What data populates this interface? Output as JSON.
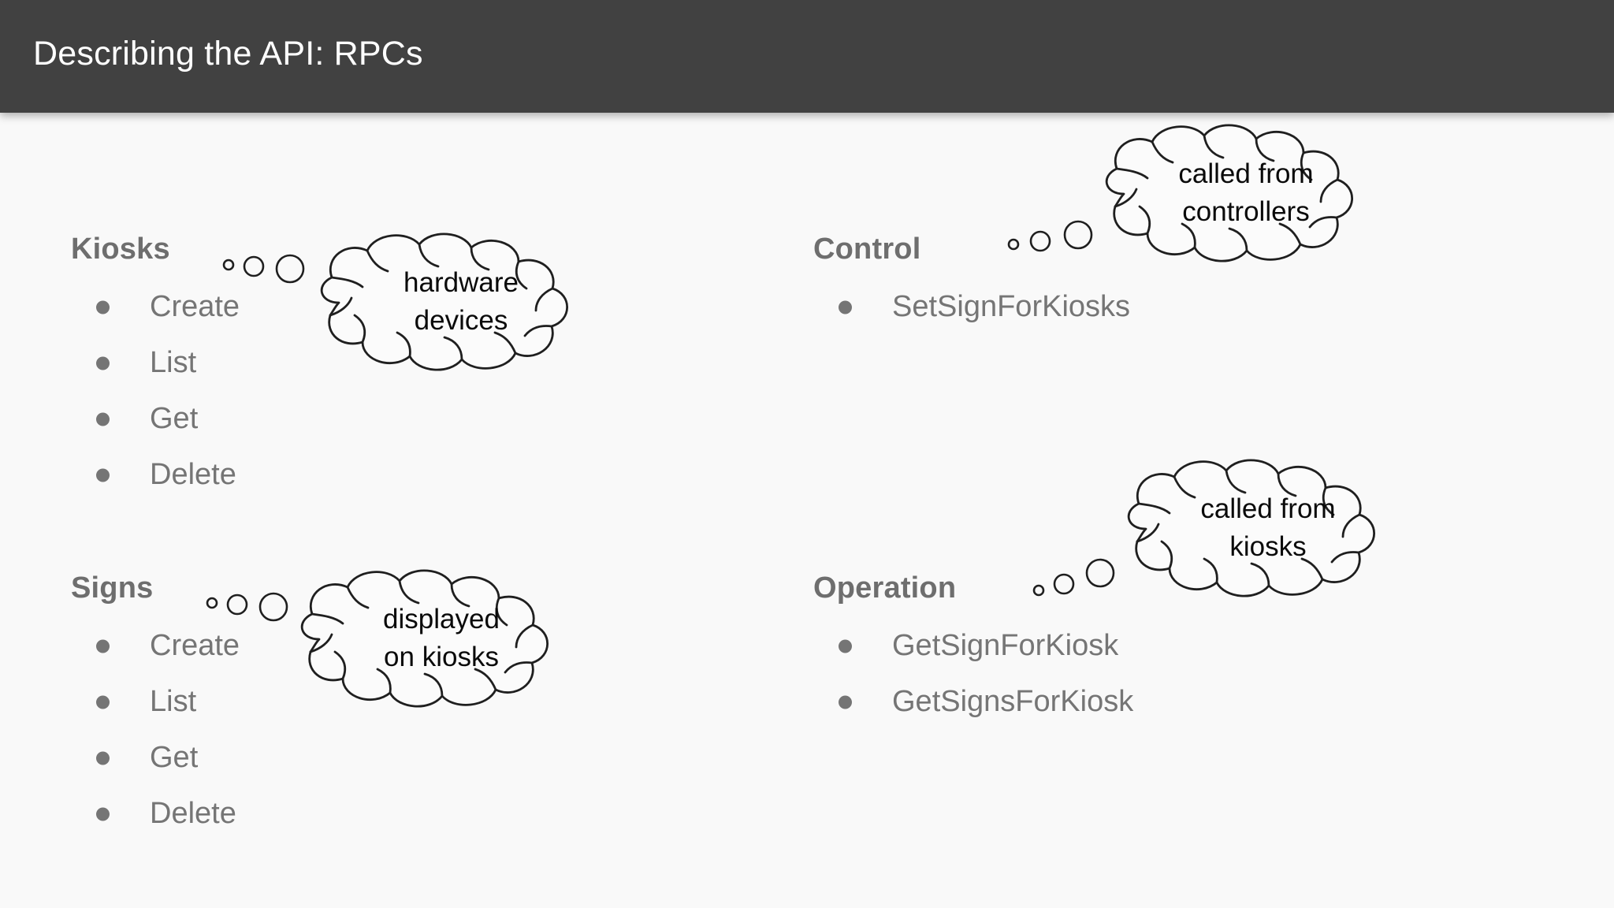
{
  "header": {
    "title": "Describing the API: RPCs",
    "bar_color": "#414141",
    "title_color": "#ffffff"
  },
  "theme": {
    "background": "#f9f9f9",
    "heading_color": "#6e6e6e",
    "list_color": "#757575",
    "cloud_stroke": "#1f1f1f",
    "cloud_text_color": "#0a0a0a"
  },
  "groups": [
    {
      "name": "kiosks",
      "heading": "Kiosks",
      "items": [
        "Create",
        "List",
        "Get",
        "Delete"
      ],
      "cloud": {
        "lines": [
          "hardware",
          "devices"
        ]
      }
    },
    {
      "name": "signs",
      "heading": "Signs",
      "items": [
        "Create",
        "List",
        "Get",
        "Delete"
      ],
      "cloud": {
        "lines": [
          "displayed",
          "on kiosks"
        ]
      }
    },
    {
      "name": "control",
      "heading": "Control",
      "items": [
        "SetSignForKiosks"
      ],
      "cloud": {
        "lines": [
          "called from",
          "controllers"
        ]
      }
    },
    {
      "name": "operation",
      "heading": "Operation",
      "items": [
        "GetSignForKiosk",
        "GetSignsForKiosk"
      ],
      "cloud": {
        "lines": [
          "called from",
          "kiosks"
        ]
      }
    }
  ]
}
